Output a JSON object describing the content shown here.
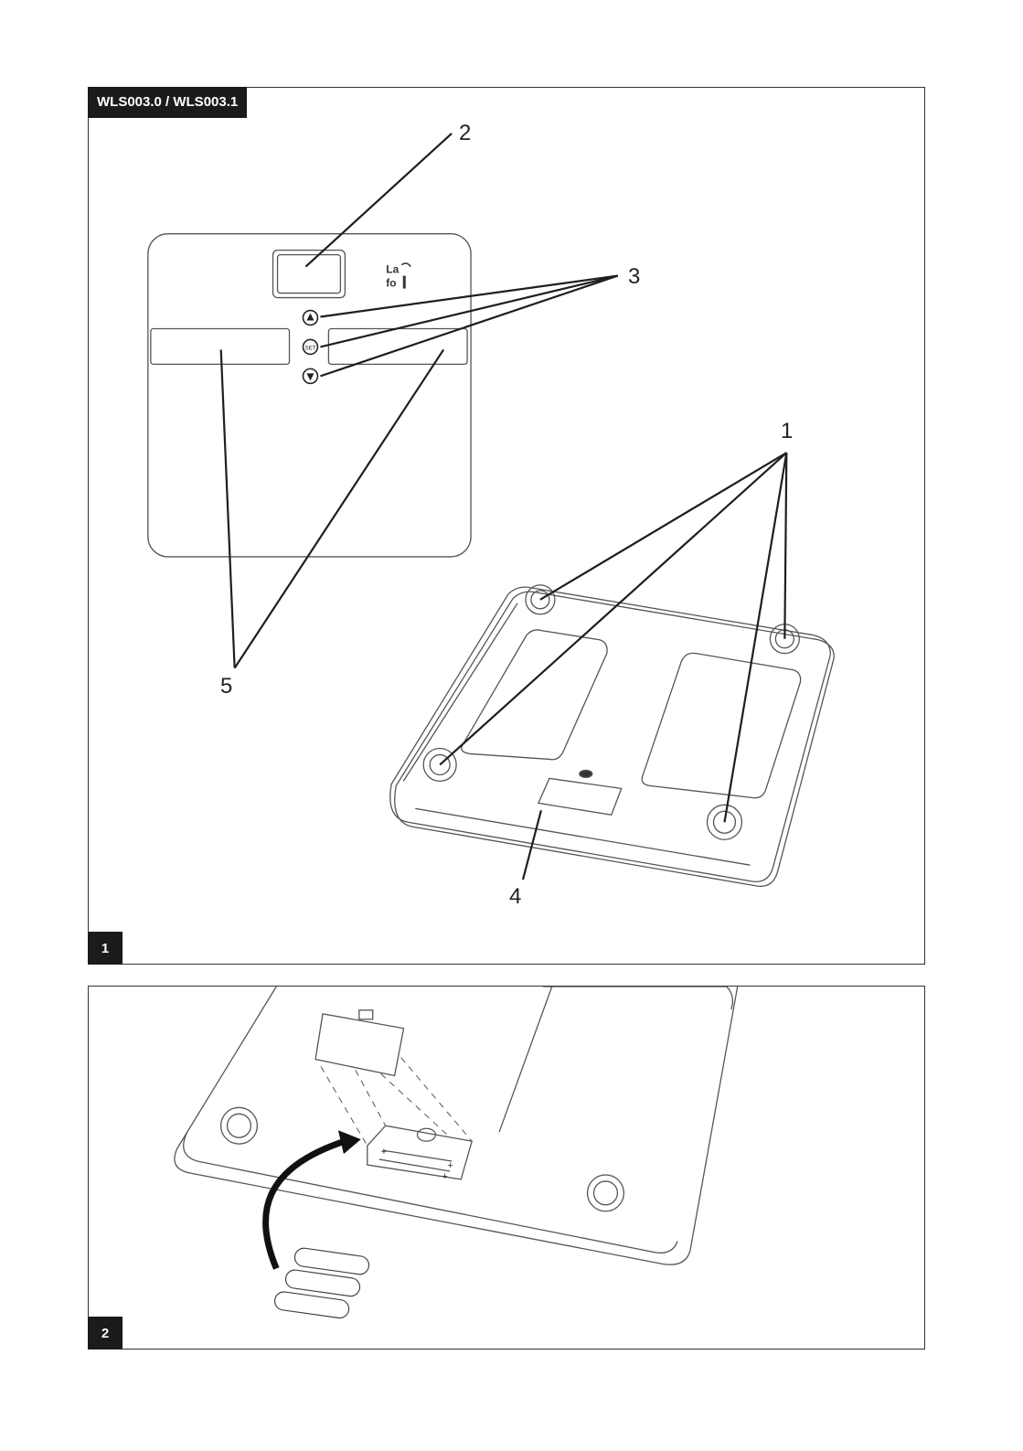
{
  "figure1": {
    "model_header": "WLS003.0 / WLS003.1",
    "panel_number": "1",
    "callouts": [
      "1",
      "2",
      "3",
      "4",
      "5"
    ],
    "button_set_text": "SET",
    "logo_text": "Lanaform"
  },
  "figure2": {
    "panel_number": "2",
    "battery_polarity": "+"
  }
}
